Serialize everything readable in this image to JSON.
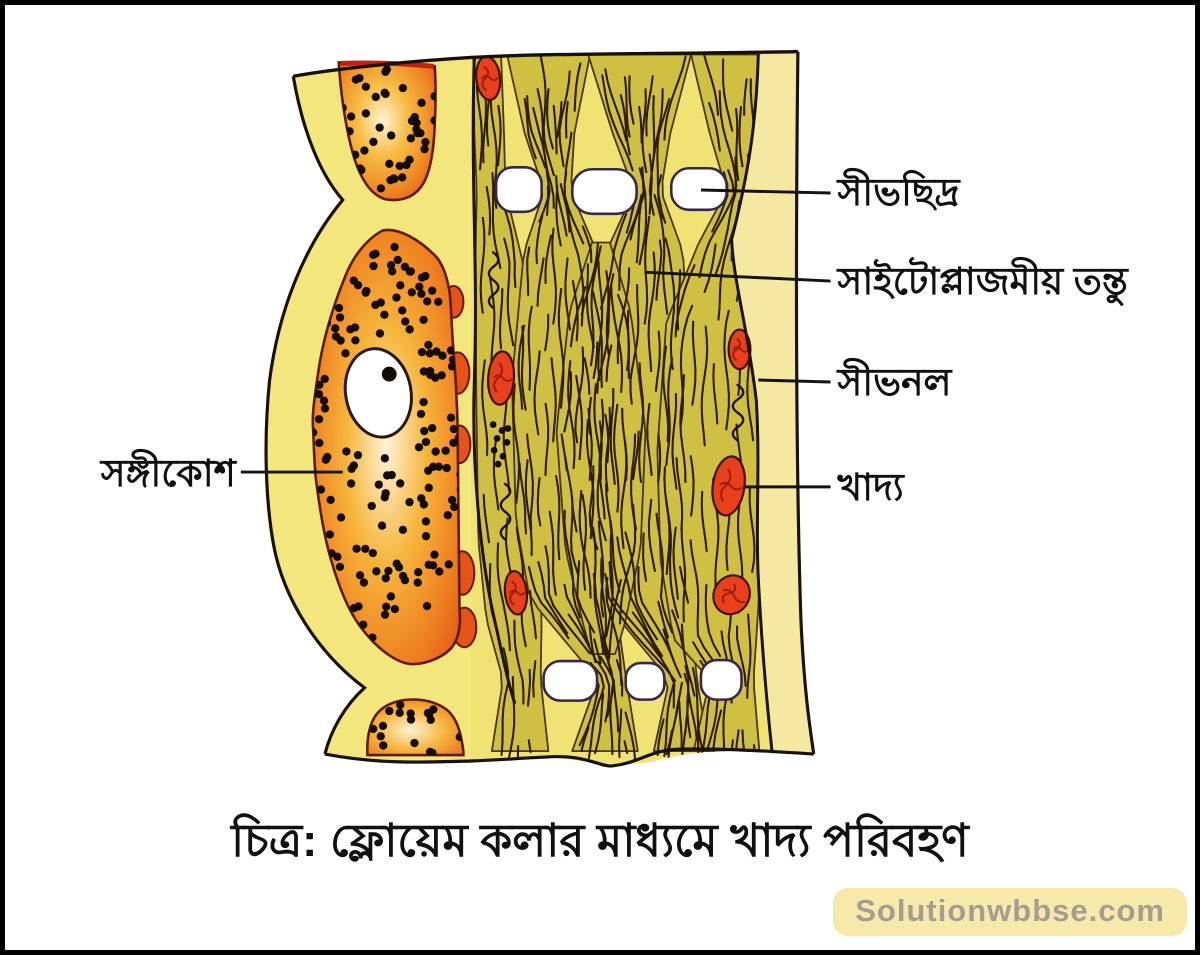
{
  "figure": {
    "type": "biology-diagram",
    "subject": "phloem-tissue-food-transport",
    "caption": "চিত্র: ফ্লোয়েম কলার মাধ্যমে খাদ্য পরিবহণ",
    "watermark": "Solutionwbbse.com",
    "labels": {
      "sieve_pore": "সীভছিদ্র",
      "cytoplasmic_strands": "সাইটোপ্লাজমীয় তন্তু",
      "sieve_tube": "সীভনল",
      "food": "খাদ্য",
      "companion_cell": "সঙ্গীকোশ"
    },
    "colors": {
      "cell_wall_yellow": "#f3e67c",
      "tube_background": "#f0e273",
      "strand_olive": "#cfc044",
      "companion_orange": "#ee8722",
      "food_red": "#e8401c",
      "ink": "#141414",
      "watermark_bg": "#f7e9a9",
      "watermark_text": "#a59d92"
    }
  }
}
